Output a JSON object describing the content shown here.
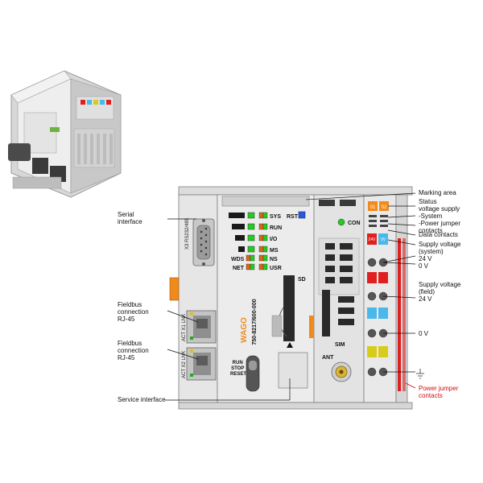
{
  "device": {
    "model": "750-8217/600-000",
    "brand": "WAGO",
    "port_labels": {
      "serial": "X3  RS232/485",
      "x1": "ACT  X1  LNK",
      "x2": "ACT  X2  LNK"
    },
    "leds_left": [
      {
        "name": "SYS",
        "color": "#22cc22"
      },
      {
        "name": "RUN",
        "color": "#22cc22"
      },
      {
        "name": "I/O",
        "color": "#22cc22"
      },
      {
        "name": "MS",
        "color": "#22cc22"
      }
    ],
    "leds_right": [
      {
        "name": "NS",
        "color": "#dd6611"
      },
      {
        "name": "USR",
        "color": "#dd6611"
      }
    ],
    "small_labels": {
      "rst": "RST",
      "wds": "WDS",
      "net": "NET",
      "sd": "SD",
      "con": "CON",
      "sim": "SIM",
      "ant": "ANT",
      "switch": "RUN\nSTOP\nRESET"
    },
    "terminal_markers": [
      "01",
      "02"
    ],
    "supply_markers": {
      "plus": "24V",
      "minus": "0V"
    }
  },
  "callouts_left": {
    "serial": "Serial\ninterface",
    "fieldbus1": "Fieldbus\nconnection\nRJ-45",
    "fieldbus2": "Fieldbus\nconnection\nRJ-45",
    "service": "Service interface"
  },
  "callouts_right": {
    "marking": "Marking area",
    "status": "Status\nvoltage supply\n-System\n-Power jumper contacts",
    "data": "Data contacts",
    "supply_system": "Supply voltage\n(system)\n24 V\n0 V",
    "supply_field": "Supply voltage\n(field)\n24 V",
    "zero_v": "0 V",
    "ground_icon": "ground-symbol",
    "power_jumper": "Power jumper contacts"
  },
  "colors": {
    "housing": "#e6e6e6",
    "housing_edge": "#8a8a8a",
    "accent_orange": "#f08a1c",
    "marker_red": "#e02020",
    "marker_blue": "#4bb8ea",
    "marker_yellow": "#d8cc1a",
    "callout_red": "#cc1111"
  }
}
